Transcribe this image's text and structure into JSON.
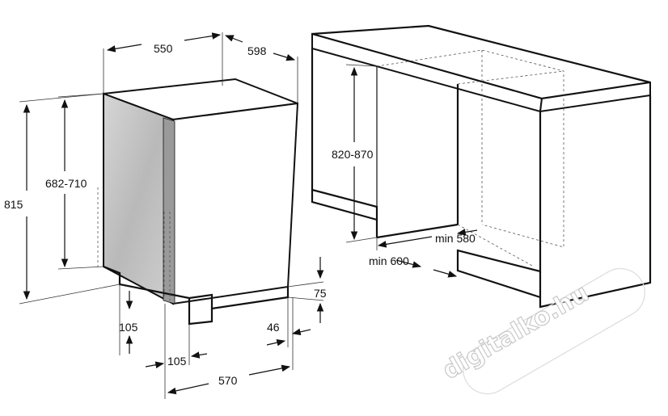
{
  "dimensions": {
    "depth_550": "550",
    "depth_598": "598",
    "height_815": "815",
    "height_682_710": "682-710",
    "plinth_105_left": "105",
    "plinth_105_bottom": "105",
    "width_570": "570",
    "plinth_46": "46",
    "plinth_75": "75",
    "niche_820_870": "820-870",
    "niche_min_580": "min 580",
    "niche_min_600": "min 600"
  },
  "watermark": "digitalko.hu"
}
